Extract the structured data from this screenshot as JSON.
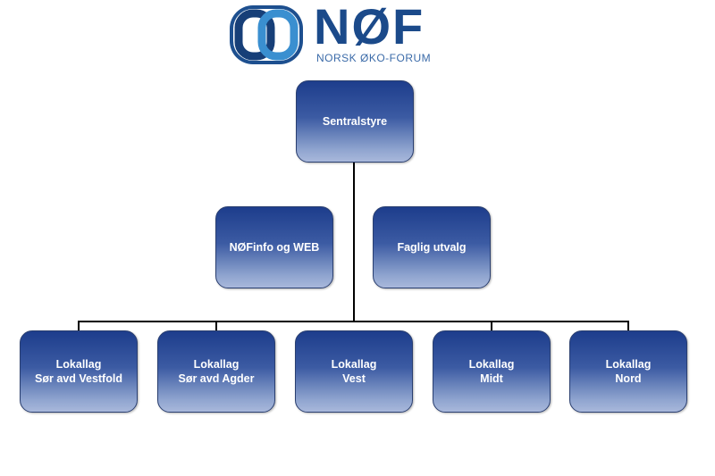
{
  "logo": {
    "name": "NØF",
    "subtitle": "NORSK ØKO-FORUM"
  },
  "org_chart": {
    "root": {
      "label": "Sentralstyre"
    },
    "staff": [
      {
        "label": "NØFinfo og WEB"
      },
      {
        "label": "Faglig utvalg"
      }
    ],
    "branches": [
      {
        "line1": "Lokallag",
        "line2": "Sør avd Vestfold"
      },
      {
        "line1": "Lokallag",
        "line2": "Sør avd Agder"
      },
      {
        "line1": "Lokallag",
        "line2": "Vest"
      },
      {
        "line1": "Lokallag",
        "line2": "Midt"
      },
      {
        "line1": "Lokallag",
        "line2": "Nord"
      }
    ]
  }
}
